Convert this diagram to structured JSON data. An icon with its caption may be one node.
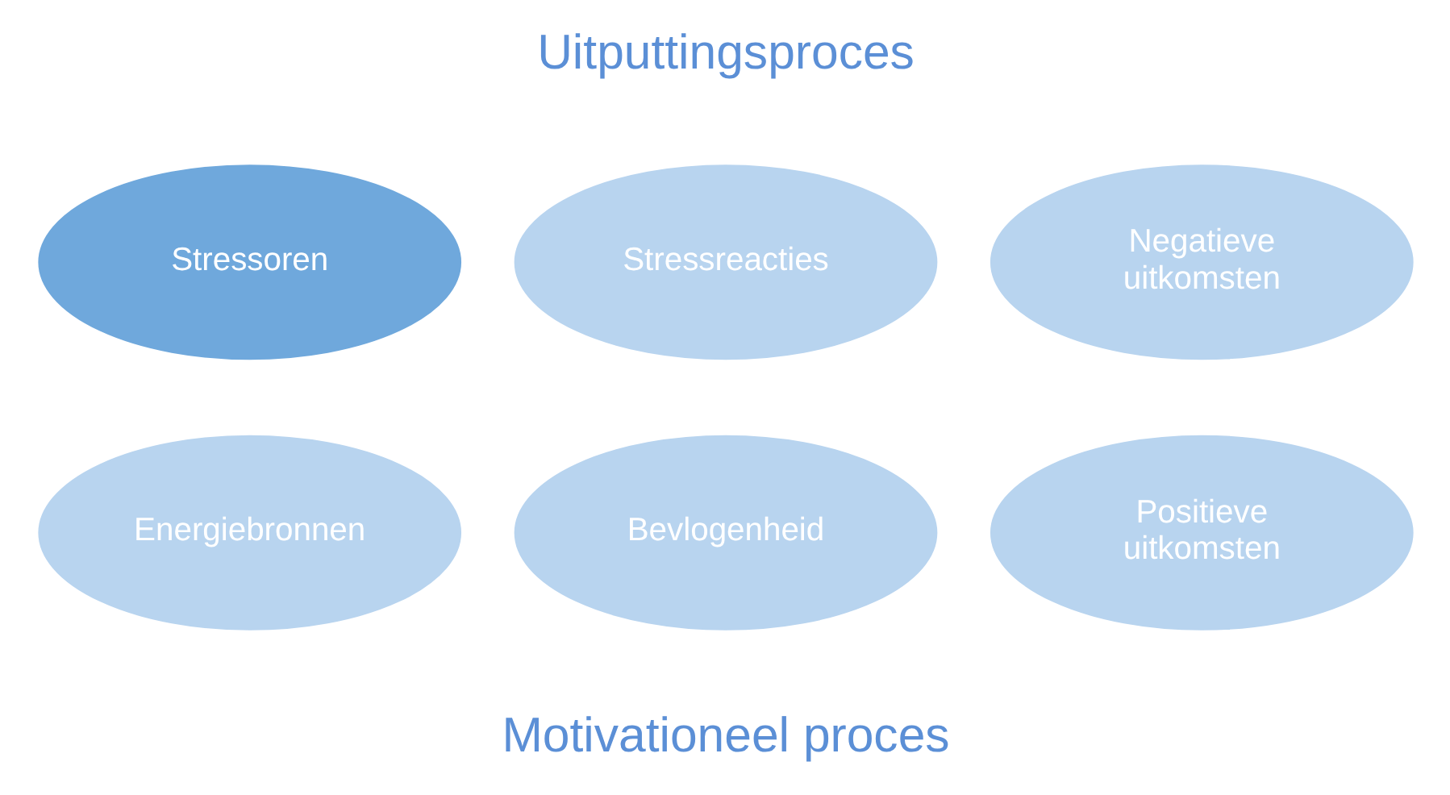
{
  "diagram": {
    "nodes": [
      {
        "text": [
          "Stressoren"
        ]
      },
      {
        "text": [
          "Stressreacties"
        ]
      },
      {
        "text": [
          "Negatieve uitkomsten"
        ]
      },
      {
        "text": [
          "Energiebronnen"
        ]
      },
      {
        "text": [
          "Bevlogenheid"
        ]
      },
      {
        "text": [
          "Positieve uitkomsten"
        ]
      }
    ],
    "labels": [
      "Uitputtingsproces",
      "Motivationeel proces"
    ]
  }
}
